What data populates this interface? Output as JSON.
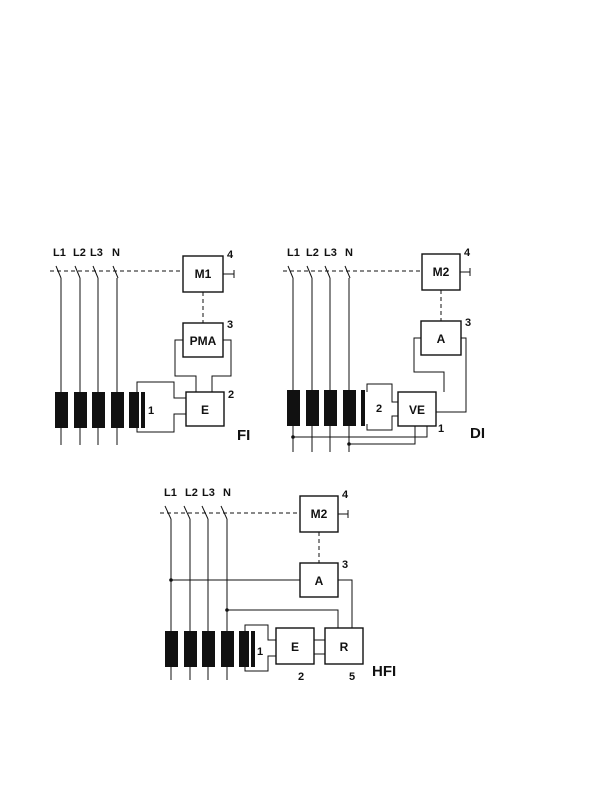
{
  "diagram_fi": {
    "lines": [
      "L1",
      "L2",
      "L3",
      "N"
    ],
    "box_m1": "M1",
    "box_pma": "PMA",
    "box_e": "E",
    "num_4": "4",
    "num_3": "3",
    "num_2": "2",
    "num_1": "1",
    "title": "FI"
  },
  "diagram_di": {
    "lines": [
      "L1",
      "L2",
      "L3",
      "N"
    ],
    "box_m2": "M2",
    "box_a": "A",
    "box_ve": "VE",
    "num_4": "4",
    "num_3": "3",
    "num_2": "2",
    "num_1": "1",
    "title": "DI"
  },
  "diagram_hfi": {
    "lines": [
      "L1",
      "L2",
      "L3",
      "N"
    ],
    "box_m2": "M2",
    "box_a": "A",
    "box_e": "E",
    "box_r": "R",
    "num_4": "4",
    "num_3": "3",
    "num_2": "2",
    "num_1": "1",
    "num_5": "5",
    "title": "HFI"
  }
}
